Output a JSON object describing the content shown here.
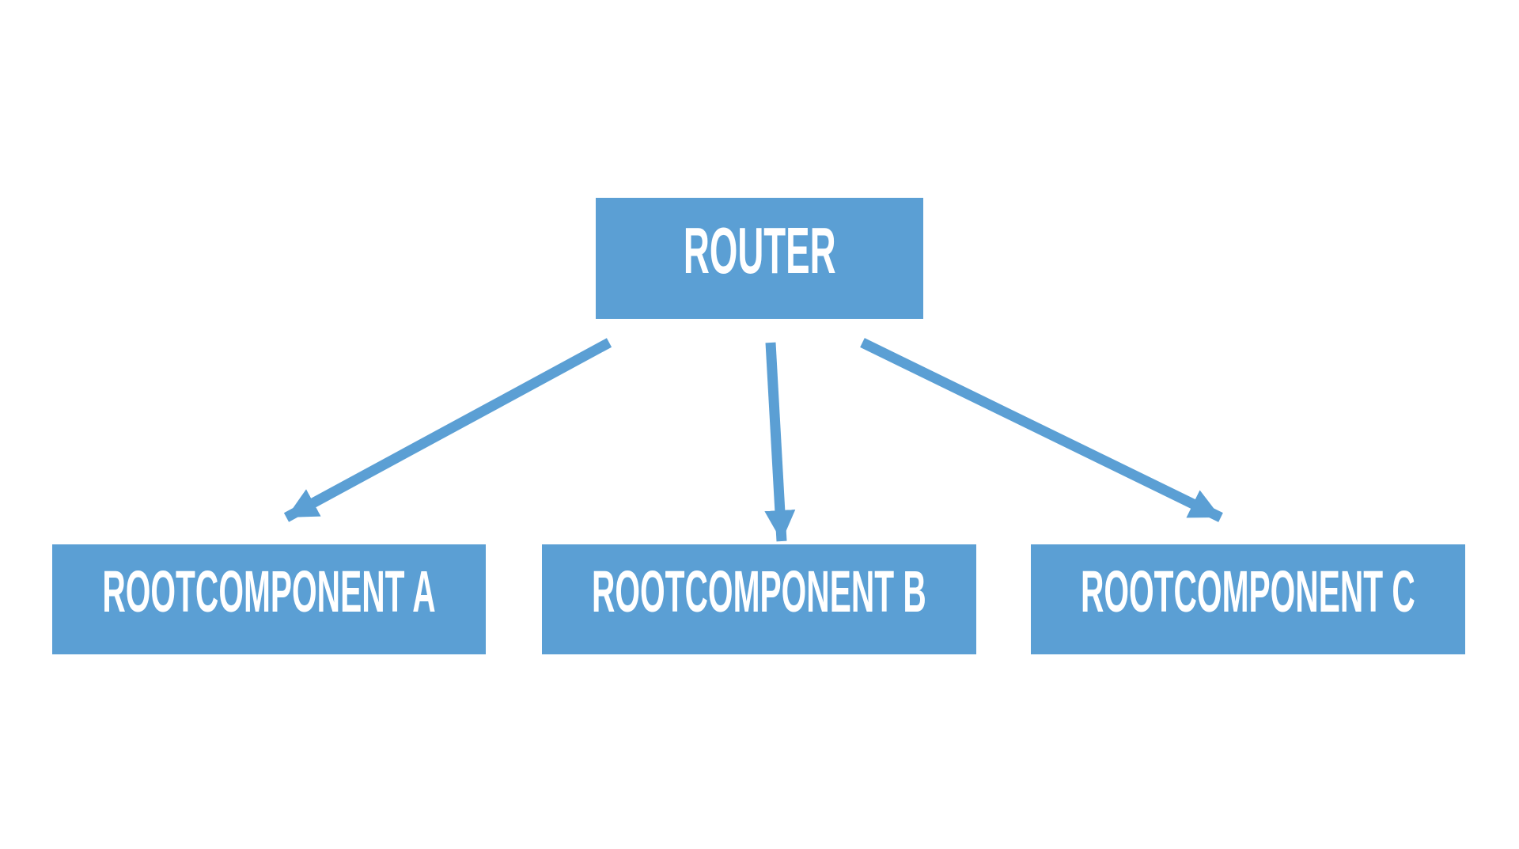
{
  "diagram": {
    "type": "flowchart",
    "colors": {
      "accent": "#5B9FD4",
      "node_text": "#FFFFFF",
      "background": "#FFFFFF"
    },
    "nodes": {
      "router": {
        "label": "ROUTER"
      },
      "component_a": {
        "label": "ROOTCOMPONENT A"
      },
      "component_b": {
        "label": "ROOTCOMPONENT B"
      },
      "component_c": {
        "label": "ROOTCOMPONENT C"
      }
    },
    "edges": [
      {
        "from": "router",
        "to": "component_a",
        "direction": "down-left"
      },
      {
        "from": "router",
        "to": "component_b",
        "direction": "down"
      },
      {
        "from": "router",
        "to": "component_c",
        "direction": "down-right"
      }
    ]
  }
}
